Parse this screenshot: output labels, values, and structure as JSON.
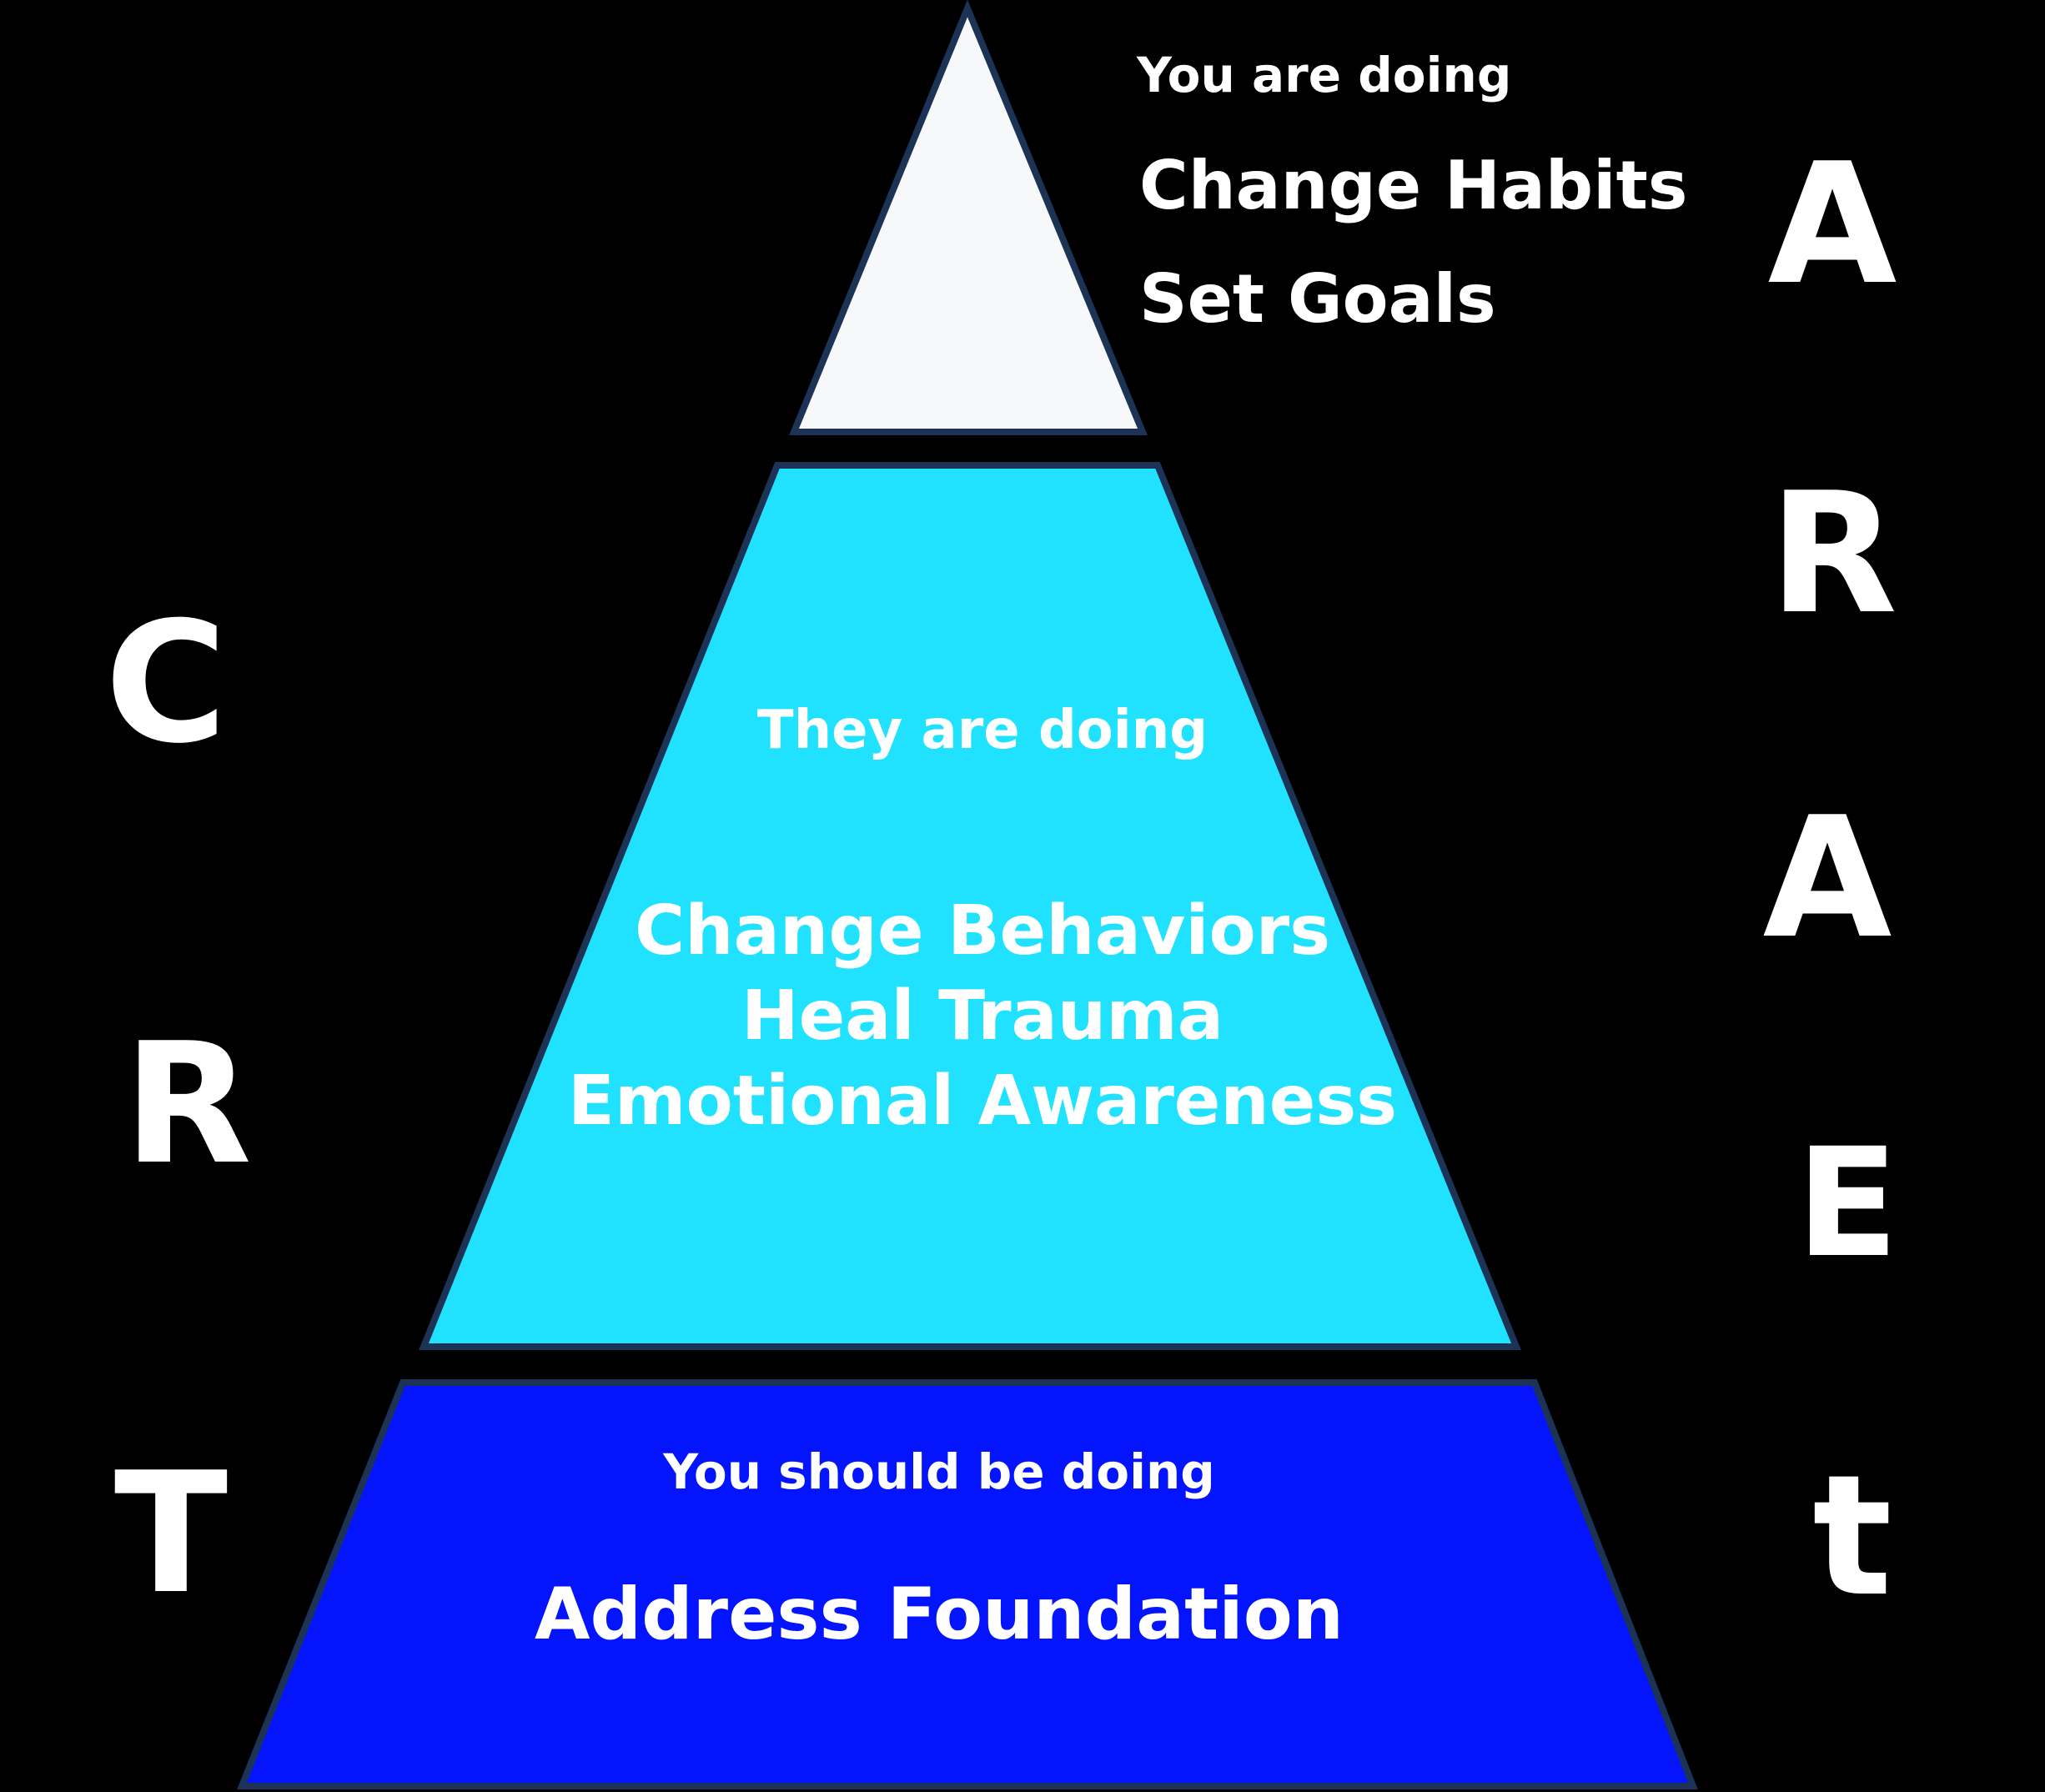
{
  "colors": {
    "background": "#000000",
    "border": "#1d3356",
    "text": "#ffffff",
    "tier_top_fill": "#f7f8fa",
    "tier_middle_fill": "#21e2fe",
    "tier_bottom_fill": "#0414fd"
  },
  "pyramid": {
    "tiers": [
      {
        "id": "top",
        "header": "You are doing",
        "items": [
          "Change Habits",
          "Set Goals"
        ],
        "fill": "#f7f8fa"
      },
      {
        "id": "middle",
        "header": "They are doing",
        "items": [
          "Change Behaviors",
          "Heal Trauma",
          "Emotional Awareness"
        ],
        "fill": "#21e2fe"
      },
      {
        "id": "bottom",
        "header": "You should be doing",
        "items": [
          "Address Foundation"
        ],
        "fill": "#0414fd"
      }
    ]
  },
  "scatter_letters": {
    "left": [
      "C",
      "R",
      "T"
    ],
    "right": [
      "A",
      "R",
      "A",
      "E",
      "t"
    ]
  }
}
